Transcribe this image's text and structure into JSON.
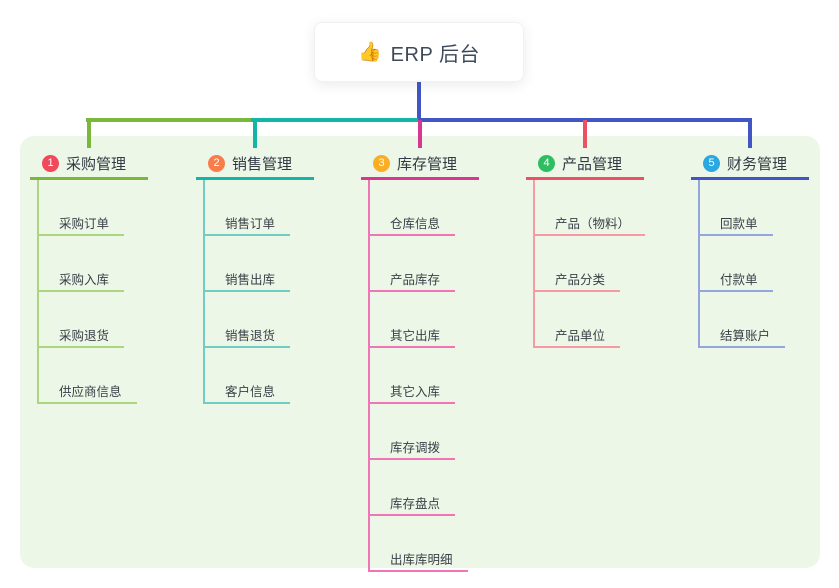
{
  "root": {
    "icon": "👍",
    "title": "ERP 后台"
  },
  "canvas": {
    "background": "#ECF7E7"
  },
  "branches": [
    {
      "index": "1",
      "label": "采购管理",
      "color": "#7AB83D",
      "badge_color": "#F1485B",
      "children": [
        "采购订单",
        "采购入库",
        "采购退货",
        "供应商信息"
      ]
    },
    {
      "index": "2",
      "label": "销售管理",
      "color": "#13B5A5",
      "badge_color": "#F87D4B",
      "children": [
        "销售订单",
        "销售出库",
        "销售退货",
        "客户信息"
      ]
    },
    {
      "index": "3",
      "label": "库存管理",
      "color": "#D8368F",
      "badge_color": "#FBAD23",
      "children": [
        "仓库信息",
        "产品库存",
        "其它出库",
        "其它入库",
        "库存调拨",
        "库存盘点",
        "出库库明细"
      ]
    },
    {
      "index": "4",
      "label": "产品管理",
      "color": "#EF4F63",
      "badge_color": "#2EBE61",
      "children": [
        "产品（物料）",
        "产品分类",
        "产品单位"
      ]
    },
    {
      "index": "5",
      "label": "财务管理",
      "color": "#4156C4",
      "badge_color": "#2BA8E0",
      "children": [
        "回款单",
        "付款单",
        "结算账户"
      ]
    }
  ]
}
